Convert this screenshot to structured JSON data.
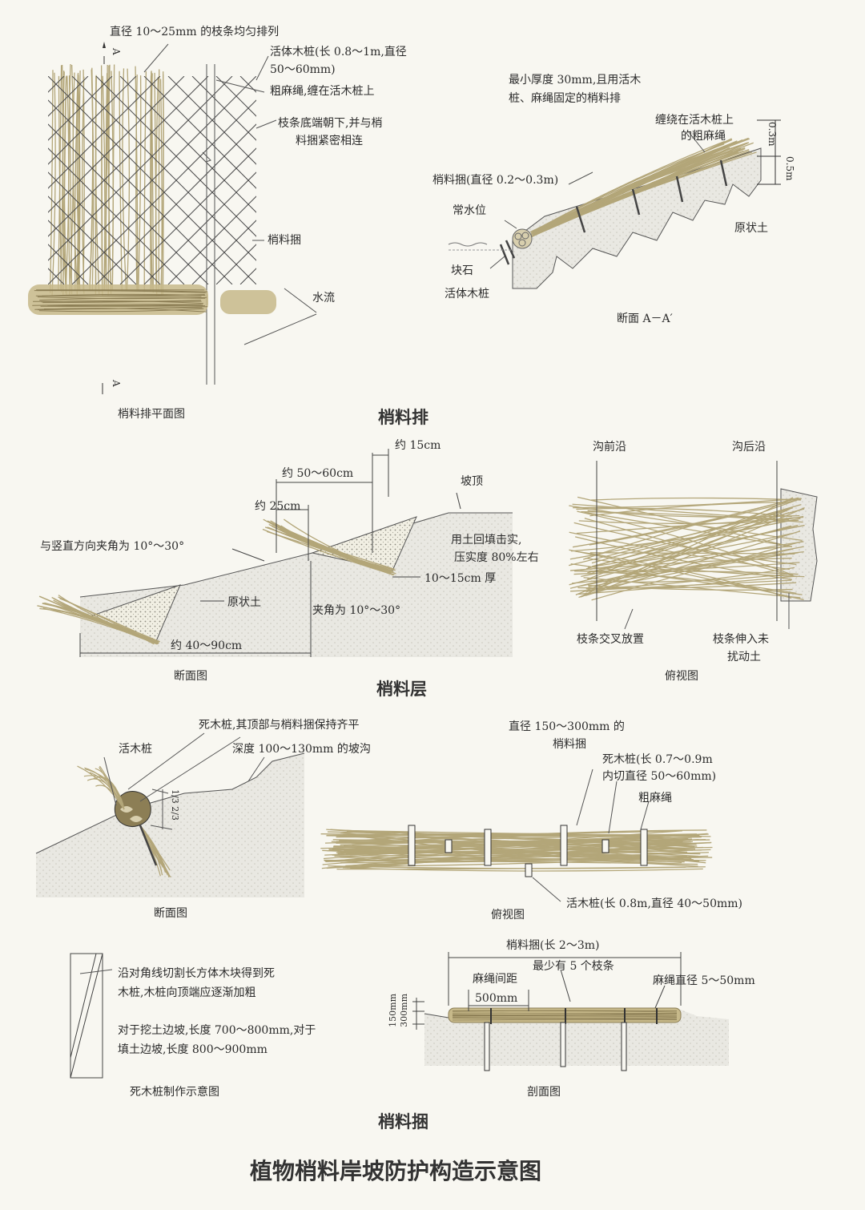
{
  "title": "植物梢料岸坡防护构造示意图",
  "colors": {
    "brush": "#b3a679",
    "brush_dark": "#8c7e55",
    "soil": "#e9e8e2",
    "soil_dot": "#c9c7bd",
    "line": "#3c3c3c",
    "background": "#f8f7f1"
  },
  "sections": {
    "mattress": {
      "heading": "梢料排",
      "plan": {
        "caption": "梢料排平面图",
        "section_mark": "A",
        "labels": {
          "branches": "直径 10～25mm 的枝条均匀排列",
          "live_stake_1": "活体木桩(长 0.8～1m,直径",
          "live_stake_2": "50～60mm)",
          "rope": "粗麻绳,缠在活木桩上",
          "butt_1": "枝条底端朝下,并与梢",
          "butt_2": "料捆紧密相连",
          "fascine": "梢料捆",
          "flow": "水流"
        }
      },
      "section": {
        "caption": "断面 A－A′",
        "labels": {
          "thick_1": "最小厚度 30mm,且用活木",
          "thick_2": "桩、麻绳固定的梢料排",
          "wound_1": "缠绕在活木桩上",
          "wound_2": "的粗麻绳",
          "dim_small": "0.3m",
          "dim_large": "0.5m",
          "fascine": "梢料捆(直径 0.2～0.3m)",
          "water": "常水位",
          "soil": "原状土",
          "rock": "块石",
          "stake": "活体木桩"
        }
      }
    },
    "layer": {
      "heading": "梢料层",
      "section": {
        "caption": "断面图",
        "labels": {
          "d15": "约 15cm",
          "d50": "约 50～60cm",
          "d25": "约 25cm",
          "top": "坡顶",
          "angle_vertical": "与竖直方向夹角为 10°～30°",
          "backfill_1": "用土回填击实,",
          "backfill_2": "压实度 80%左右",
          "thick": "10～15cm 厚",
          "soil": "原状土",
          "angle": "夹角为 10°～30°",
          "d40": "约 40～90cm"
        }
      },
      "top": {
        "caption": "俯视图",
        "labels": {
          "front": "沟前沿",
          "back": "沟后沿",
          "cross": "枝条交叉放置",
          "into_1": "枝条伸入未",
          "into_2": "扰动土"
        }
      }
    },
    "bundle": {
      "heading": "梢料捆",
      "section": {
        "caption": "断面图",
        "labels": {
          "dead_stake": "死木桩,其顶部与梢料捆保持齐平",
          "live_stake": "活木桩",
          "trench": "深度 100～130mm 的坡沟",
          "ratio": "1/3 2/3"
        }
      },
      "top": {
        "caption": "俯视图",
        "labels": {
          "diam_1": "直径 150～300mm 的",
          "diam_2": "梢料捆",
          "dead_1": "死木桩(长 0.7～0.9m",
          "dead_2": "内切直径 50～60mm)",
          "rope": "粗麻绳",
          "live": "活木桩(长 0.8m,直径 40～50mm)"
        }
      },
      "dead_stake_make": {
        "caption": "死木桩制作示意图",
        "labels": {
          "l1": "沿对角线切割长方体木块得到死",
          "l2": "木桩,木桩向顶端应逐渐加粗",
          "l3": "对于挖土边坡,长度 700～800mm,对于",
          "l4": "填土边坡,长度 800～900mm"
        }
      },
      "profile": {
        "caption": "剖面图",
        "labels": {
          "length": "梢料捆(长 2～3m)",
          "min5": "最少有 5 个枝条",
          "spacing": "麻绳间距",
          "spacing_val": "500mm",
          "rope_diam": "麻绳直径 5～50mm",
          "d150": "150mm",
          "d300": "300mm"
        }
      }
    }
  }
}
